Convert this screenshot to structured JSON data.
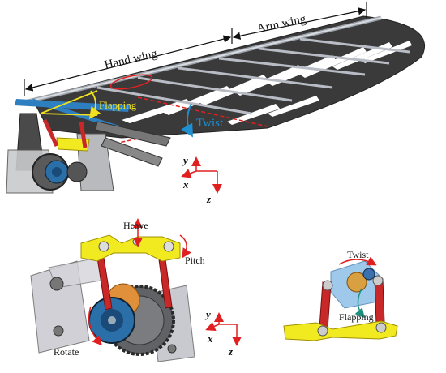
{
  "top": {
    "arm_wing_label": "Arm wing",
    "hand_wing_label": "Hand wing",
    "flapping_label": "Flapping",
    "twist_label": "Twist",
    "axes": {
      "y": "y",
      "x": "x",
      "z": "z"
    }
  },
  "bottom_left": {
    "heave_label": "Heave",
    "pitch_label": "Pitch",
    "rotate_label": "Rotate",
    "axes": {
      "y": "y",
      "x": "x",
      "z": "z"
    }
  },
  "bottom_right": {
    "twist_label": "Twist",
    "flapping_label": "Flapping"
  },
  "colors": {
    "wing": "#3a3a3a",
    "flapping_yellow": "#f0e020",
    "twist_blue": "#1e90d0",
    "accent_red": "#e02020",
    "link_red": "#c82828",
    "hub_blue": "#2a6fa8",
    "frame_gray": "#b8b8c0",
    "yellow_part": "#f2ea20",
    "spar_blue": "#2e7fc0",
    "teal_arrow": "#1a9080"
  }
}
